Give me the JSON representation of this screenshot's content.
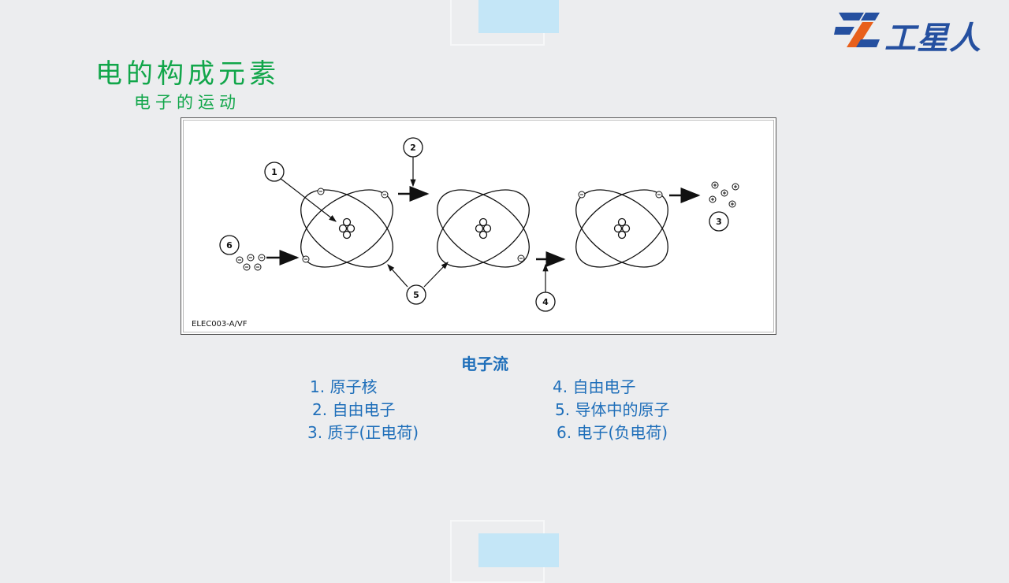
{
  "title": "电的构成元素",
  "subtitle": "电子的运动",
  "logo": {
    "text": "工星人",
    "accent": "#e8601c",
    "brand": "#2550a0"
  },
  "figure": {
    "code": "ELEC003-A/VF",
    "markers": [
      "1",
      "2",
      "3",
      "4",
      "5",
      "6"
    ],
    "electron_sign": "⊖",
    "proton_sign": "⊕"
  },
  "caption": "电子流",
  "legend": [
    "1.   原子核",
    "2.   自由电子",
    "3.   质子(正电荷)",
    "4.   自由电子",
    "5.   导体中的原子",
    "6.   电子(负电荷)"
  ],
  "colors": {
    "title": "#11a64a",
    "text_blue": "#1f6fba",
    "background": "#ecedef"
  }
}
